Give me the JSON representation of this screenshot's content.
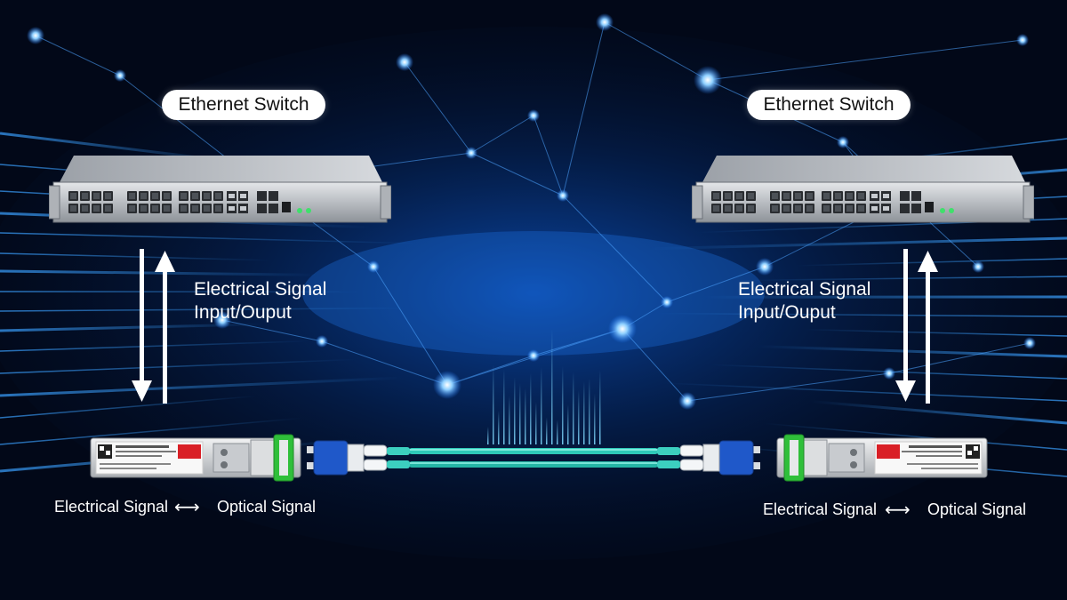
{
  "diagram": {
    "left_switch_label": "Ethernet Switch",
    "right_switch_label": "Ethernet Switch",
    "left_signal": {
      "line1": "Electrical Signal",
      "line2": "Input/Ouput"
    },
    "right_signal": {
      "line1": "Electrical Signal",
      "line2": "Input/Ouput"
    },
    "left_conversion": {
      "from": "Electrical Signal",
      "to": "Optical Signal",
      "arrow": "⟷"
    },
    "right_conversion": {
      "from": "Electrical Signal",
      "to": "Optical Signal",
      "arrow": "⟷"
    }
  },
  "colors": {
    "background": "#020818",
    "glow_blue": "#2f8cff",
    "fiber_cable": "#2ec9b8",
    "lc_connector": "#1f58c9",
    "sfp_latch": "#2fbf3a",
    "sfp_label_red": "#d91f26"
  }
}
